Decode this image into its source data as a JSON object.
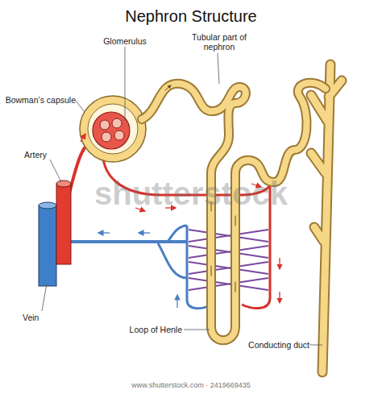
{
  "diagram": {
    "title": "Nephron Structure",
    "labels": [
      "Glomerulus",
      "Tubular part of nephron",
      "Bowman’s capsule",
      "Artery",
      "Vein",
      "Loop of Henle",
      "Conducting duct",
      "shutterstock",
      "www.shutterstock.com · 2419669435"
    ]
  }
}
